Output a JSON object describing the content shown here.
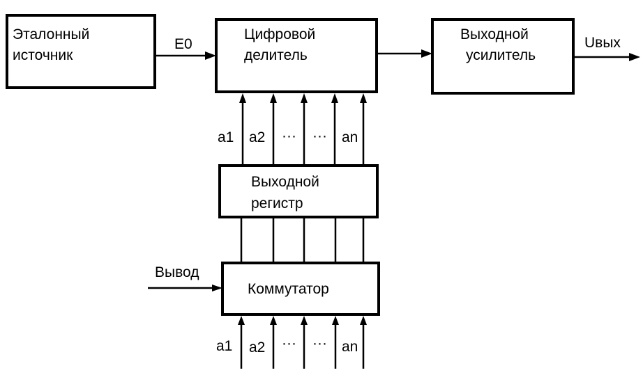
{
  "blocks": {
    "reference_source": {
      "line1": "Эталонный",
      "line2": "источник"
    },
    "digital_divider": {
      "line1": "Цифровой",
      "line2": "делитель"
    },
    "output_amplifier": {
      "line1": "Выходной",
      "line2": "усилитель"
    },
    "output_register": {
      "line1": "Выходной",
      "line2": "регистр"
    },
    "commutator": {
      "label": "Коммутатор"
    }
  },
  "signals": {
    "e0": "E0",
    "u_out": "Uвых",
    "output_cmd": "Вывод"
  },
  "register_to_divider_bits": [
    "a1",
    "a2",
    "···",
    "···",
    "an"
  ],
  "input_bits": [
    "a1",
    "a2",
    "···",
    "···",
    "an"
  ]
}
